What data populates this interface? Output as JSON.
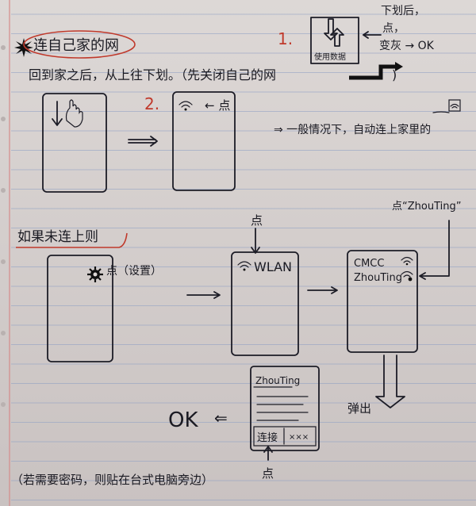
{
  "title": "连自己家的网",
  "intro": "回到家之后，从上往下划。（先关闭自己的网",
  "step1": {
    "number": "1.",
    "box_label": "使用数据",
    "note_line1": "下划后，",
    "note_line2": "点，",
    "note_line3": "变灰 → OK"
  },
  "step2": {
    "number": "2.",
    "tap_label": "← 点",
    "result": "⇒ 一般情况下，自动连上家里的"
  },
  "fallback": {
    "title": "如果未连上则",
    "settings_tap": "点（设置）",
    "tap_top": "点",
    "wlan_label": "WLAN",
    "networks": [
      "CMCC",
      "ZhouTing"
    ],
    "tap_network": "点“ZhouTing”",
    "popup_label": "弹出",
    "dialog_title": "ZhouTing",
    "connect_btn": "连接",
    "cancel_btn": "×××",
    "tap_bottom": "点",
    "ok": "OK",
    "ok_arrow": "⇐"
  },
  "footnote": "（若需要密码，则贴在台式电脑旁边）"
}
